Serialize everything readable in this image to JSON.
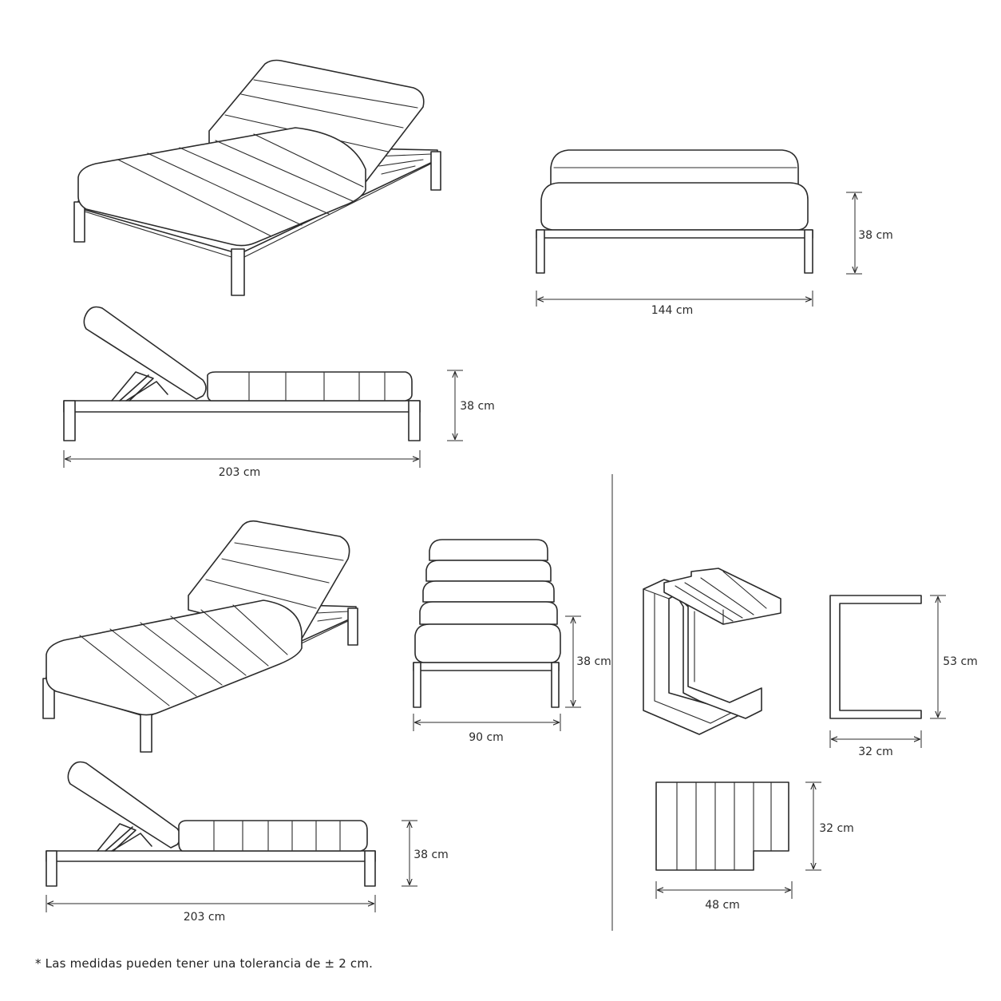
{
  "dimensions": {
    "front_width": "144 cm",
    "front_height": "38 cm",
    "side_length_top": "203 cm",
    "side_height_top": "38 cm",
    "narrow_width": "90 cm",
    "narrow_height": "38 cm",
    "side_length_bottom": "203 cm",
    "side_height_bottom": "38 cm",
    "table_height": "53 cm",
    "table_depth": "32 cm",
    "table_top_width": "48 cm",
    "table_top_depth": "32 cm"
  },
  "footnote": "* Las medidas pueden tener una tolerancia de ± 2 cm."
}
